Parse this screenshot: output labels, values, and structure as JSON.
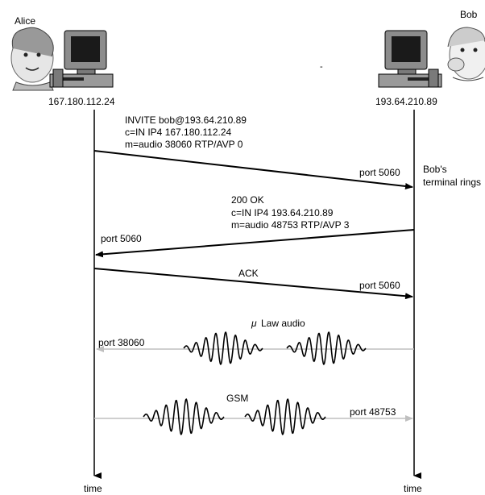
{
  "participants": {
    "alice": {
      "name": "Alice",
      "ip": "167.180.112.24"
    },
    "bob": {
      "name": "Bob",
      "ip": "193.64.210.89"
    }
  },
  "messages": {
    "invite": {
      "lines": [
        "INVITE bob@193.64.210.89",
        "c=IN IP4 167.180.112.24",
        "m=audio 38060 RTP/AVP 0"
      ],
      "port": "port 5060",
      "note_lines": [
        "Bob's",
        "terminal rings"
      ]
    },
    "ok": {
      "lines": [
        "200 OK",
        "c=IN IP4 193.64.210.89",
        "m=audio 48753 RTP/AVP 3"
      ],
      "port": "port 5060"
    },
    "ack": {
      "label": "ACK",
      "port": "port 5060"
    },
    "mulaw": {
      "mu": "μ",
      "label": "Law audio",
      "port": "port 38060"
    },
    "gsm": {
      "label": "GSM",
      "port": "port 48753"
    }
  },
  "time_labels": {
    "left": "time",
    "right": "time"
  },
  "dash": "-",
  "colors": {
    "signal": "#000000",
    "media_arrow": "#bfbfbf",
    "wave": "#000000"
  },
  "icons": [
    "computer-icon",
    "person-alice-icon",
    "person-bob-icon"
  ]
}
